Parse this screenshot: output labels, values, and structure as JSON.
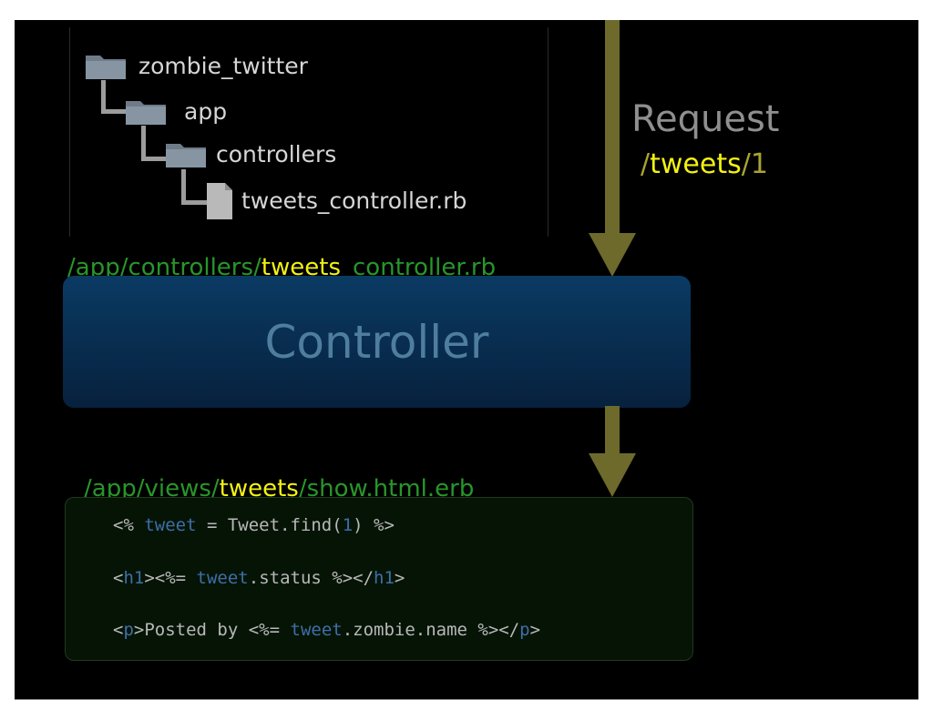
{
  "tree": {
    "root": "zombie_twitter",
    "app": "app",
    "controllers": "controllers",
    "file": "tweets_controller.rb"
  },
  "request": {
    "title": "Request",
    "path_slash1": "/",
    "path_main": "tweets",
    "path_slash2": "/",
    "path_id": "1"
  },
  "controller_path": {
    "prefix": "/app/controllers/",
    "name": "tweets",
    "suffix": "_controller.rb"
  },
  "controller_label": "Controller",
  "view_path": {
    "prefix": "/app/views/",
    "name": "tweets",
    "suffix": "/show.html.erb"
  },
  "code": {
    "line1": [
      {
        "text": "<% ",
        "style": "plain"
      },
      {
        "text": "tweet",
        "style": "kw"
      },
      {
        "text": " = Tweet.find(",
        "style": "plain"
      },
      {
        "text": "1",
        "style": "kw"
      },
      {
        "text": ") %>",
        "style": "plain"
      }
    ],
    "line2": [
      {
        "text": "<",
        "style": "plain"
      },
      {
        "text": "h1",
        "style": "kw"
      },
      {
        "text": "><%= ",
        "style": "plain"
      },
      {
        "text": "tweet",
        "style": "kw"
      },
      {
        "text": ".status %></",
        "style": "plain"
      },
      {
        "text": "h1",
        "style": "kw"
      },
      {
        "text": ">",
        "style": "plain"
      }
    ],
    "line3": [
      {
        "text": "<",
        "style": "plain"
      },
      {
        "text": "p",
        "style": "kw"
      },
      {
        "text": ">Posted by <%= ",
        "style": "plain"
      },
      {
        "text": "tweet",
        "style": "kw"
      },
      {
        "text": ".zombie.name %></",
        "style": "plain"
      },
      {
        "text": "p",
        "style": "kw"
      },
      {
        "text": ">",
        "style": "plain"
      }
    ]
  },
  "colors": {
    "arrow": "#6d6a2c",
    "highlight": "#f2f212",
    "path_green": "#28962a",
    "controller_text": "#4f7d9d",
    "code_keyword": "#3d6fa8"
  }
}
